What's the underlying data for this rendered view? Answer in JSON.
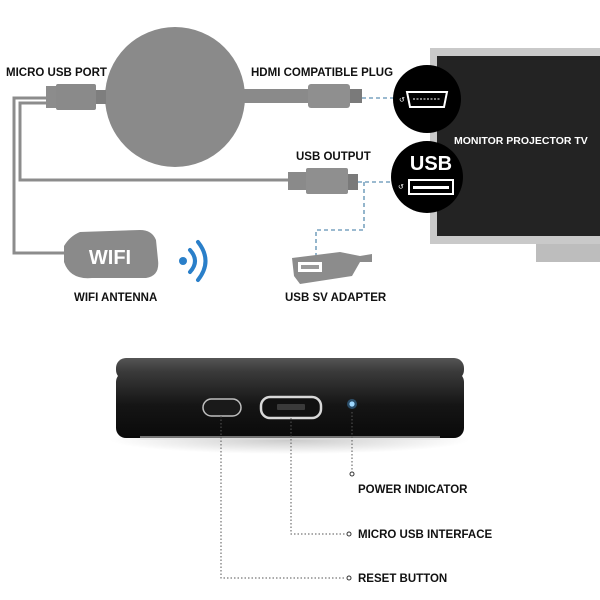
{
  "top_diagram": {
    "labels": {
      "micro_usb_port": "MICRO USB PORT",
      "hdmi_plug": "HDMI COMPATIBLE PLUG",
      "usb_output": "USB OUTPUT",
      "monitor": "MONITOR PROJECTOR TV",
      "wifi_antenna": "WIFI ANTENNA",
      "usb_adapter": "USB SV ADAPTER"
    },
    "antenna_text": "WIFI",
    "usb_badge_text": "USB"
  },
  "bottom_diagram": {
    "labels": {
      "power_indicator": "POWER INDICATOR",
      "micro_usb_interface": "MICRO USB INTERFACE",
      "reset_button": "RESET BUTTON"
    }
  },
  "colors": {
    "device_gray": "#8a8a8a",
    "dark_gray": "#6f6f6f",
    "screen_black": "#1a1a1a",
    "indicator_blue": "#4fb3ff",
    "dash_blue": "#6f9fbf"
  }
}
